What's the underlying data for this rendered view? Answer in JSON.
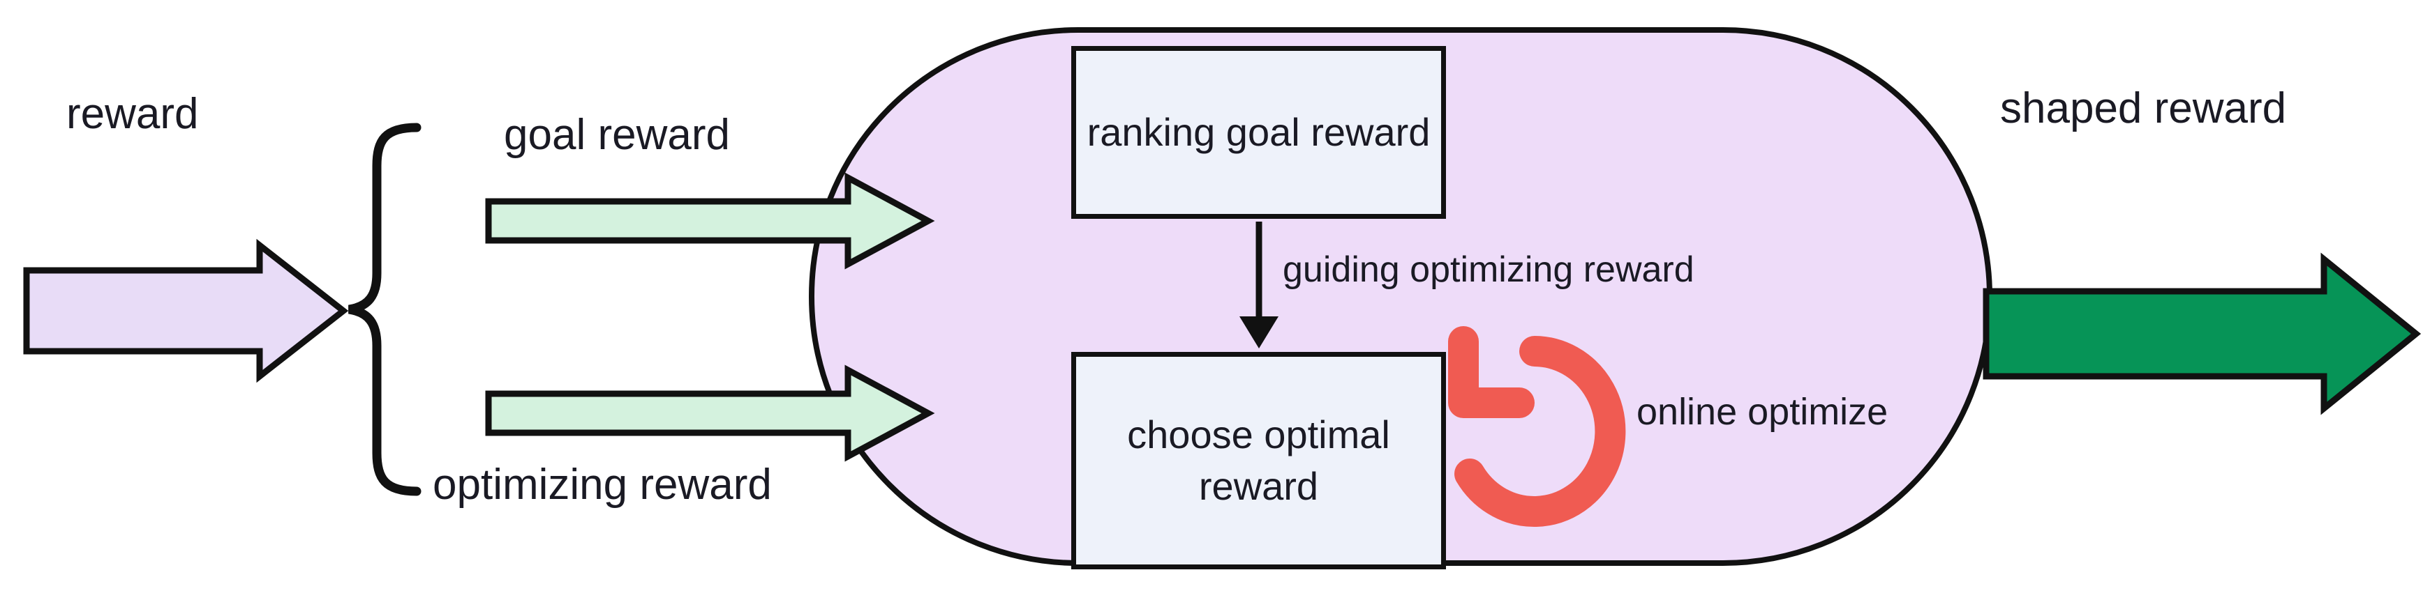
{
  "diagram": {
    "title_present": false,
    "labels": {
      "reward": "reward",
      "goal_reward": "goal reward",
      "optimizing_reward": "optimizing reward",
      "guiding_optimizing_reward": "guiding optimizing reward",
      "online_optimize": "online optimize",
      "shaped_reward": "shaped reward"
    },
    "nodes": [
      {
        "id": "ranking-goal-reward",
        "label": "ranking goal reward"
      },
      {
        "id": "choose-optimal-reward",
        "label": "choose optimal\nreward"
      }
    ],
    "node_labels": {
      "ranking": "ranking goal reward",
      "choose_line1": "choose optimal",
      "choose_line2": "reward"
    },
    "icons": {
      "refresh_loop": "circular-refresh-icon",
      "brace": "curly-brace",
      "input_arrow": "right-arrow",
      "goal_arrow": "right-arrow",
      "optimizing_arrow": "right-arrow",
      "output_arrow": "right-arrow",
      "flow_arrow": "down-arrow"
    },
    "colors": {
      "input_arrow_fill": "#e8dcf7",
      "branch_arrow_fill": "#d4f2de",
      "output_arrow_fill": "#069457",
      "container_fill": "#eedcf9",
      "node_fill": "#eef2fa",
      "loop_icon": "#f05b52",
      "stroke": "#111111",
      "text": "#1a1a24"
    }
  }
}
